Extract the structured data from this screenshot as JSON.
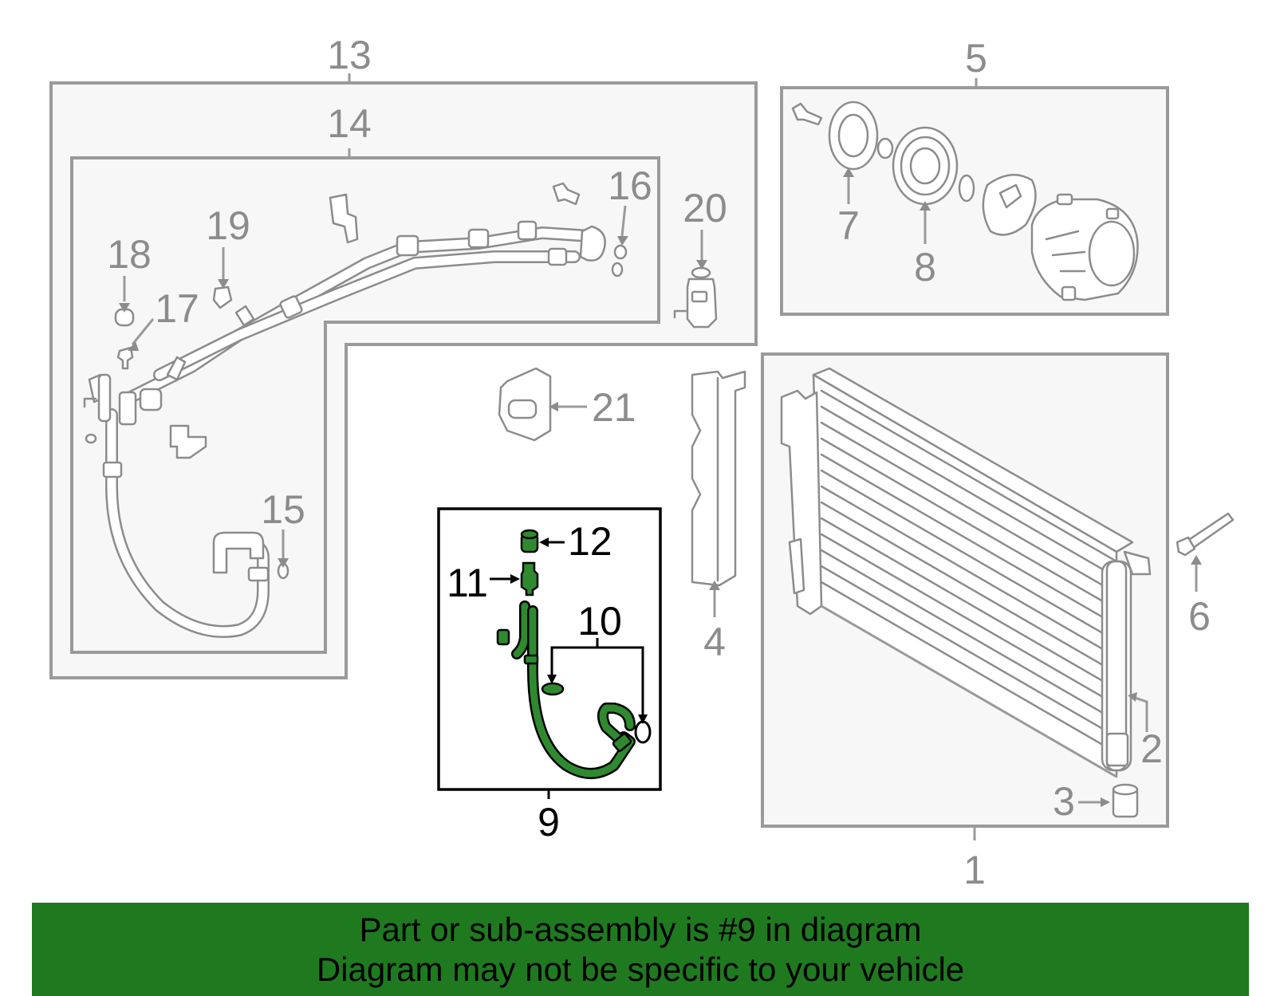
{
  "callouts": {
    "c1": "1",
    "c2": "2",
    "c3": "3",
    "c4": "4",
    "c5": "5",
    "c6": "6",
    "c7": "7",
    "c8": "8",
    "c9": "9",
    "c10": "10",
    "c11": "11",
    "c12": "12",
    "c13": "13",
    "c14": "14",
    "c15": "15",
    "c16": "16",
    "c17": "17",
    "c18": "18",
    "c19": "19",
    "c20": "20",
    "c21": "21"
  },
  "highlighted_part": "9",
  "banner": {
    "line1": "Part or sub-assembly is #9 in diagram",
    "line2": "Diagram may not be specific to your vehicle"
  },
  "colors": {
    "highlight": "#2f8a2f",
    "banner_background": "#1f7a1f",
    "group_outline": "#9a9a9a"
  }
}
